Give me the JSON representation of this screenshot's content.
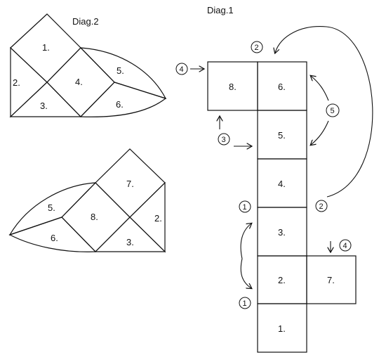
{
  "titles": {
    "diag1": "Diag.1",
    "diag2": "Diag.2"
  },
  "net_faces": [
    "1.",
    "2.",
    "3.",
    "4.",
    "5.",
    "6.",
    "7.",
    "8."
  ],
  "diag2_top_faces": [
    "1.",
    "2.",
    "3.",
    "4.",
    "5.",
    "6."
  ],
  "diag2_bottom_faces": [
    "7.",
    "2.",
    "8.",
    "5.",
    "6.",
    "3."
  ],
  "markers": [
    "2",
    "4",
    "5",
    "3",
    "2",
    "1",
    "4",
    "1"
  ]
}
